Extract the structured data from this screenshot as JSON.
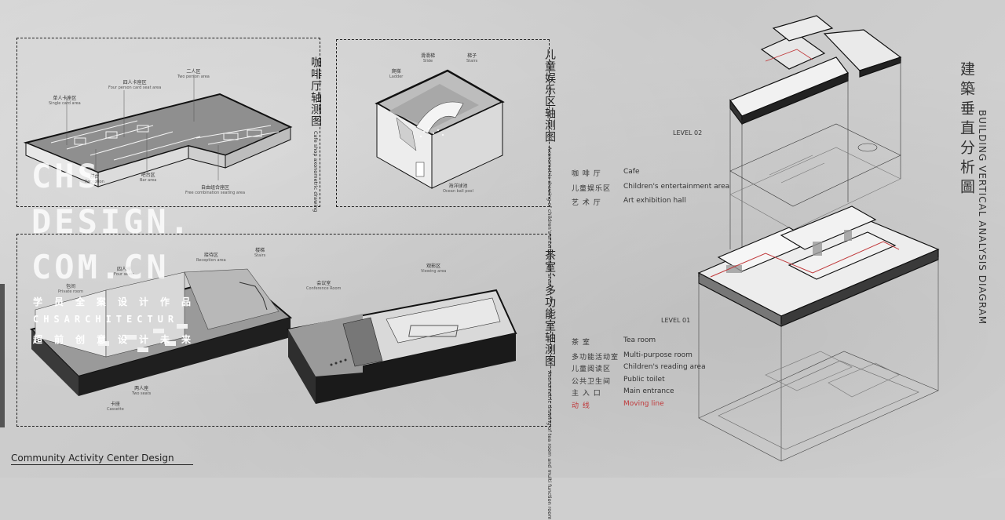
{
  "watermark": {
    "lines": [
      "CHS",
      "DESIGN.",
      "COM.CN"
    ],
    "sub1": "学员全案设计作品",
    "sub2": "CHSARCHITECTUR",
    "sub3": "超前创意设计未来"
  },
  "panels": {
    "cafe": {
      "title_cn": "咖啡厅轴测图",
      "title_en": "Cafe shop axonometric drawing",
      "labels": [
        {
          "cn": "二人区",
          "en": "Two person area"
        },
        {
          "cn": "四人卡座区",
          "en": "Four person card seat area"
        },
        {
          "cn": "单人卡座区",
          "en": "Single card area"
        },
        {
          "cn": "吧台区",
          "en": "Bar area"
        },
        {
          "cn": "自由组合座区",
          "en": "Free combination seating area"
        },
        {
          "cn": "前台",
          "en": "Reception"
        }
      ]
    },
    "kids": {
      "title_cn": "儿童娱乐区轴测图",
      "title_en": "Axonometric drawing of children's entertainment area",
      "labels": [
        {
          "cn": "滑滑梯",
          "en": "Slide"
        },
        {
          "cn": "梯子",
          "en": "Stairs"
        },
        {
          "cn": "爬梯",
          "en": "Ladder"
        },
        {
          "cn": "海洋球池",
          "en": "Ocean ball pool"
        }
      ]
    },
    "tea": {
      "title_cn": "茶室、多功能室轴测图",
      "title_en": "Axonometric drawing of tea room and multi function room",
      "labels": [
        {
          "cn": "接待区",
          "en": "Reception area"
        },
        {
          "cn": "楼梯",
          "en": "Stairs"
        },
        {
          "cn": "四人座",
          "en": "Four seats"
        },
        {
          "cn": "包间",
          "en": "Private room"
        },
        {
          "cn": "会议室",
          "en": "Conference Room"
        },
        {
          "cn": "观影区",
          "en": "Viewing area"
        },
        {
          "cn": "两人座",
          "en": "Two seats"
        },
        {
          "cn": "卡座",
          "en": "Cassette"
        }
      ]
    }
  },
  "levels": {
    "level02": "LEVEL 02",
    "level01": "LEVEL 01"
  },
  "legend_level02": [
    {
      "cn": "咖 啡 厅",
      "en": "Cafe"
    },
    {
      "cn": "儿童娱乐区",
      "en": "Children's entertainment area"
    },
    {
      "cn": "艺 术 厅",
      "en": "Art exhibition hall"
    }
  ],
  "legend_level01": [
    {
      "cn": "茶 室",
      "en": "Tea room"
    },
    {
      "cn": "多功能活动室",
      "en": "Multi-purpose room"
    },
    {
      "cn": "儿童阅读区",
      "en": "Children's reading area"
    },
    {
      "cn": "公共卫生间",
      "en": "Public toilet"
    },
    {
      "cn": "主 入 口",
      "en": "Main entrance"
    },
    {
      "cn": "动 线",
      "en": "Moving line"
    }
  ],
  "title": {
    "cn": "建築垂直分析圖",
    "en": "BUILDING VERTICAL ANALYSIS DIAGRAM"
  },
  "footer": "Community Activity Center Design",
  "colors": {
    "moving_line": "#c0393b",
    "line": "#222222"
  }
}
